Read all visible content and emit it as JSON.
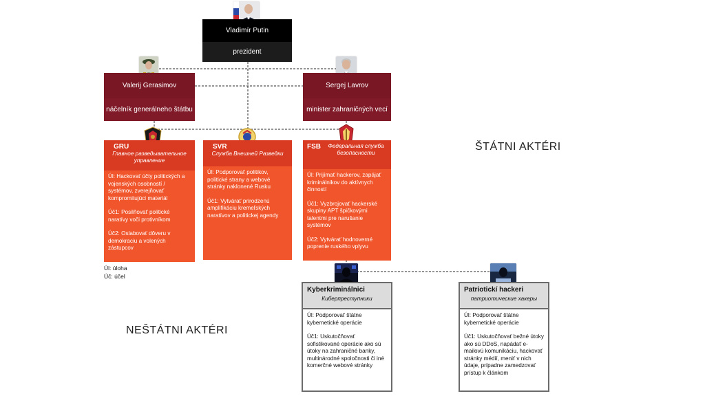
{
  "putin": {
    "name": "Vladimír Putin",
    "role": "prezident"
  },
  "gerasimov": {
    "name": "Valerij Gerasimov",
    "role": "náčelník generálneho štátbu"
  },
  "lavrov": {
    "name": "Sergej Lavrov",
    "role": "minister zahraničných vecí"
  },
  "agencies": [
    {
      "code": "GRU",
      "name": "Главное разведывательное управление",
      "paragraphs": [
        "Úl: Hackovať účty politických a vojenských osobností / systémov, zverejňovať kompromitujúci materiál",
        "Úč1: Posilňovať politické naratívy voči protivníkom",
        "Úč2: Oslabovať dôveru v demokraciu a volených zástupcov"
      ]
    },
    {
      "code": "SVR",
      "name": "Служба Внешней Разведки",
      "paragraphs": [
        "Úl: Podporovať politikov, politické strany a webové stránky naklonené Rusku",
        "Úč1: Vytvárať prirodzenú amplifikáciu kremeľských naratívov a politickej agendy"
      ]
    },
    {
      "code": "FSB",
      "name": "Федеральная служба безопасности",
      "paragraphs": [
        "Úl: Prijímať hackerov, zapájať kriminálnikov do aktívnych činností",
        "Úč1: Vyzbrojovať hackerské skupiny APT špičkovými talentmi pre narušanie systémov",
        "Úč2: Vytvárať hodnoverné poprenie ruského vplyvu"
      ]
    }
  ],
  "legend": {
    "ul": "Úl: úloha",
    "uc": "Úč: účel"
  },
  "state_label": "ŠTÁTNI AKTÉRI",
  "nonstate_label": "NEŠTÁTNI AKTÉRI",
  "nonstate": [
    {
      "title": "Kyberkriminálnici",
      "subtitle": "Киберпреступники",
      "paragraphs": [
        "Úl: Podporovať štátne kybernetické operácie",
        "Úč1: Uskutočňovať sofistikované operácie ako sú útoky na zahraničné banky, multinárodné spoločnosti či iné komerčné webové stránky"
      ]
    },
    {
      "title": "Patriotickí hackeri",
      "subtitle": "патриотические хакеры",
      "paragraphs": [
        "Úl: Podporovať štátne kybernetické operácie",
        "Úč1: Uskutočňovať bežné útoky ako sú DDoS, napádať e-mailovú komunikáciu, hackovať stránky médií, meniť v nich údaje, prípadne zamedzovať prístup k článkom"
      ]
    }
  ]
}
